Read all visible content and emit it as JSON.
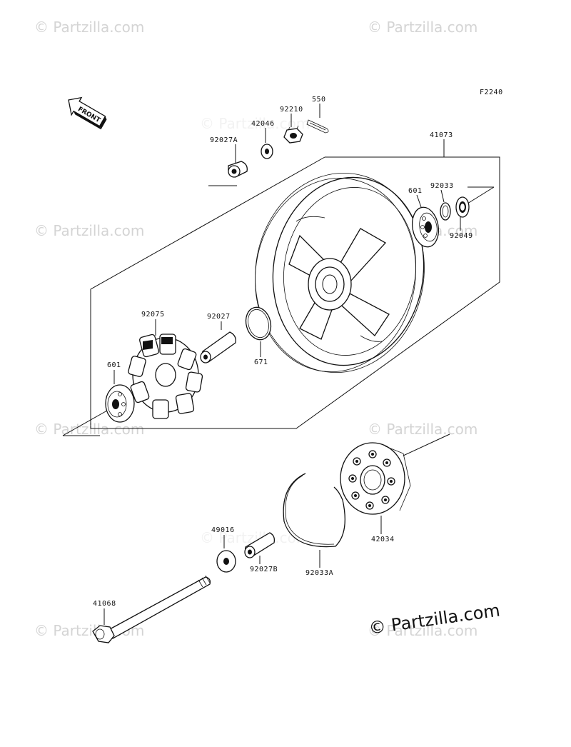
{
  "diagram": {
    "figure_code": "F2240",
    "front_label": "FRONT",
    "watermarks": [
      "© Partzilla.com",
      "© Partzilla.com",
      "© Partzilla.com",
      "© Partzilla.com",
      "© Partzilla.com",
      "© Partzilla.com",
      "© Partzilla.com",
      "© Partzilla.com",
      "© Partzilla.com",
      "© Partzilla.com"
    ],
    "brand_watermark": "© Partzilla.com",
    "part_numbers": {
      "p550": "550",
      "p92210": "92210",
      "p42046": "42046",
      "p92027A": "92027A",
      "p41073": "41073",
      "p601_top": "601",
      "p92033": "92033",
      "p92049": "92049",
      "p92075": "92075",
      "p92027": "92027",
      "p671": "671",
      "p601_left": "601",
      "p42034": "42034",
      "p49016": "49016",
      "p92027B": "92027B",
      "p92033A": "92033A",
      "p41068": "41068"
    }
  }
}
